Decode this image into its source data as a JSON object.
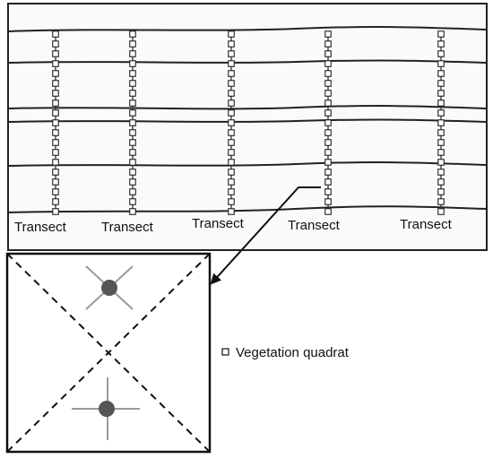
{
  "transects": {
    "label": "Transect",
    "items": [
      {
        "label": "Transect"
      },
      {
        "label": "Transect"
      },
      {
        "label": "Transect"
      },
      {
        "label": "Transect"
      },
      {
        "label": "Transect"
      }
    ],
    "quadrats_per_transect": 19
  },
  "legend": {
    "quadrat_label": "Vegetation quadrat"
  }
}
